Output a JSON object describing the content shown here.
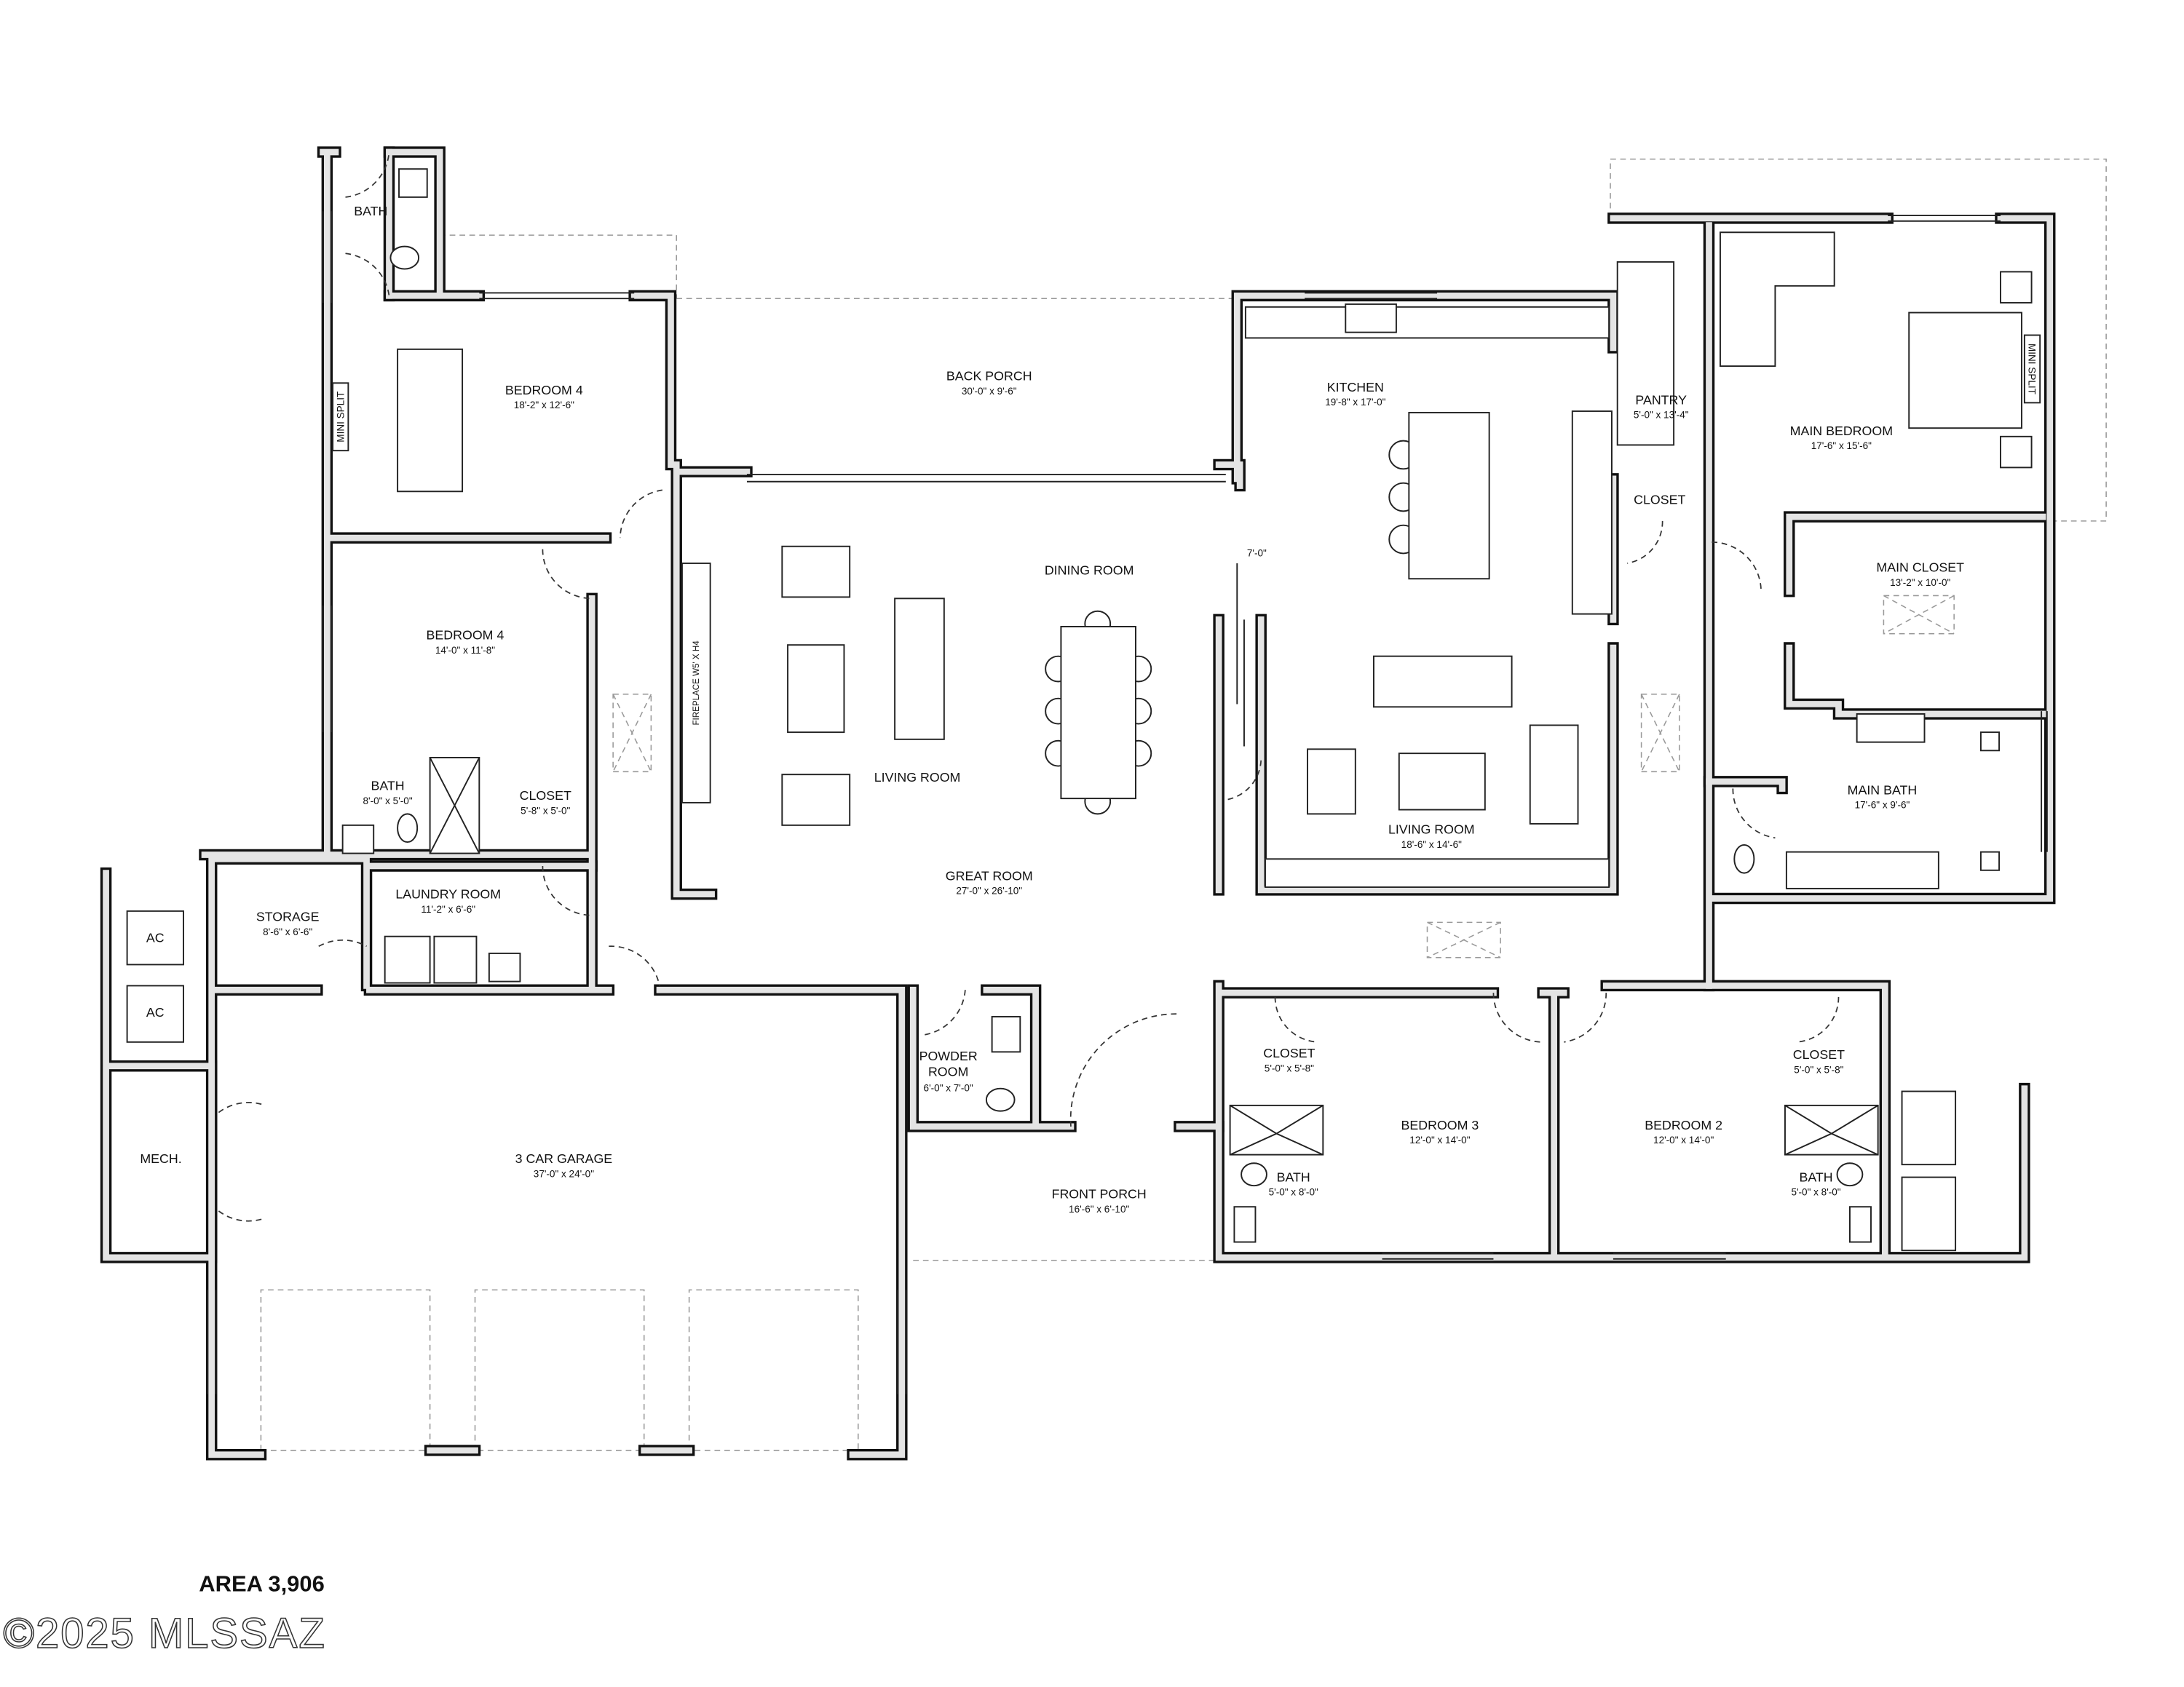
{
  "plan": {
    "rooms": [
      {
        "name": "BATH",
        "dims": ""
      },
      {
        "name": "BEDROOM 4",
        "dims": "18'-2\" x 12'-6\""
      },
      {
        "name": "BACK PORCH",
        "dims": "30'-0\" x 9'-6\""
      },
      {
        "name": "KITCHEN",
        "dims": "19'-8\" x 17'-0\""
      },
      {
        "name": "PANTRY",
        "dims": "5'-0\" x 13'-4\""
      },
      {
        "name": "MAIN BEDROOM",
        "dims": "17'-6\" x 15'-6\""
      },
      {
        "name": "CLOSET",
        "dims": ""
      },
      {
        "name": "MAIN CLOSET",
        "dims": "13'-2\" x 10'-0\""
      },
      {
        "name": "DINING ROOM",
        "dims": ""
      },
      {
        "name": "BEDROOM 4",
        "dims": "14'-0\" x 11'-8\""
      },
      {
        "name": "LIVING ROOM",
        "dims": ""
      },
      {
        "name": "LIVING ROOM",
        "dims": "18'-6\" x 14'-6\""
      },
      {
        "name": "MAIN BATH",
        "dims": "17'-6\" x 9'-6\""
      },
      {
        "name": "BATH",
        "dims": "8'-0\" x 5'-0\""
      },
      {
        "name": "CLOSET",
        "dims": "5'-8\" x 5'-0\""
      },
      {
        "name": "GREAT ROOM",
        "dims": "27'-0\" x 26'-10\""
      },
      {
        "name": "STORAGE",
        "dims": "8'-6\" x 6'-6\""
      },
      {
        "name": "LAUNDRY ROOM",
        "dims": "11'-2\" x 6'-6\""
      },
      {
        "name": "AC",
        "dims": ""
      },
      {
        "name": "AC",
        "dims": ""
      },
      {
        "name": "POWDER ROOM",
        "dims": "6'-0\" x 7'-0\""
      },
      {
        "name": "CLOSET",
        "dims": "5'-0\" x 5'-8\""
      },
      {
        "name": "CLOSET",
        "dims": "5'-0\" x 5'-8\""
      },
      {
        "name": "BEDROOM 3",
        "dims": "12'-0\" x 14'-0\""
      },
      {
        "name": "BEDROOM 2",
        "dims": "12'-0\" x 14'-0\""
      },
      {
        "name": "BATH",
        "dims": "5'-0\" x 8'-0\""
      },
      {
        "name": "BATH",
        "dims": "5'-0\" x 8'-0\""
      },
      {
        "name": "MECH.",
        "dims": ""
      },
      {
        "name": "3 CAR GARAGE",
        "dims": "37'-0\" x 24'-0\""
      },
      {
        "name": "FRONT PORCH",
        "dims": "16'-6\" x 6'-10\""
      }
    ],
    "annotations": {
      "mini_split_left": "MINI SPLIT",
      "mini_split_right": "MINI SPLIT",
      "fireplace": "FIREPLACE  W5' X H4",
      "opening_width": "7'-0\""
    },
    "area_label": "AREA 3,906",
    "watermark": "©2025 MLSSAZ"
  }
}
